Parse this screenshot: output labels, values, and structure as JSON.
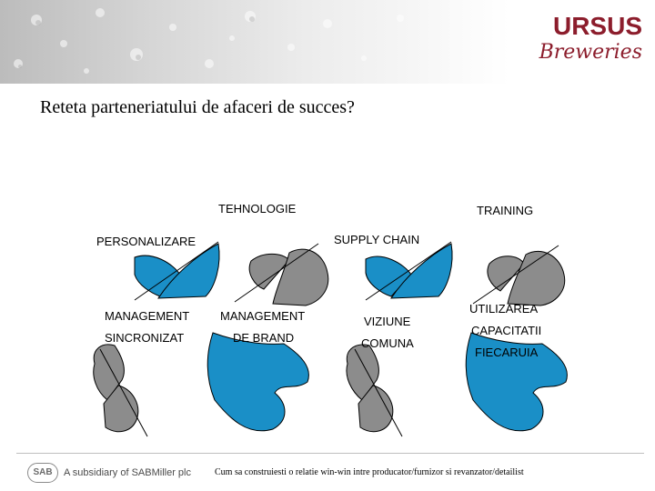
{
  "header": {
    "logo_brand": "URSUS",
    "logo_sub": "Breweries"
  },
  "slide": {
    "title": "Reteta parteneriatului de afaceri de succes?"
  },
  "labels": {
    "tehnologie": "TEHNOLOGIE",
    "training": "TRAINING",
    "personalizare": "PERSONALIZARE",
    "supply_chain": "SUPPLY CHAIN",
    "management_sincronizat": [
      "MANAGEMENT",
      "SINCRONIZAT"
    ],
    "management_brand": [
      "MANAGEMENT",
      "DE BRAND"
    ],
    "viziune_comuna": [
      "VIZIUNE",
      "COMUNA"
    ],
    "utilizarea_capacitatii": [
      "UTILIZAREA",
      "CAPACITATII",
      "FIECARUIA"
    ]
  },
  "footer": {
    "badge": "SAB",
    "subsidiary": "A subsidiary of SABMiller plc",
    "note": "Cum sa construiesti o relatie win-win intre producator/furnizor si revanzator/detailist"
  },
  "colors": {
    "blue_piece": "#1a8fc7",
    "gray_piece": "#8c8c8c",
    "brand": "#8c1d2c"
  }
}
